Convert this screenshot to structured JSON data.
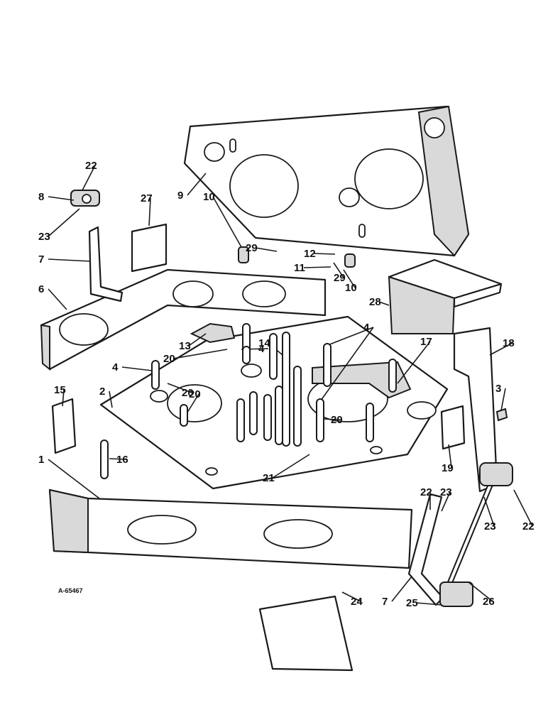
{
  "drawing_ref": "A-65467 ",
  "callouts": [
    "1",
    "2",
    "3",
    "4",
    "4",
    "4",
    "4",
    "6",
    "7",
    "7",
    "8",
    "9",
    "10",
    "10",
    "11",
    "12",
    "13",
    "14",
    "15",
    "16",
    "17",
    "18",
    "19",
    "20",
    "20",
    "20",
    "20",
    "21",
    "22",
    "22",
    "22",
    "23",
    "23",
    "23",
    "24",
    "25",
    "26",
    "27",
    "28",
    "29",
    "29"
  ]
}
